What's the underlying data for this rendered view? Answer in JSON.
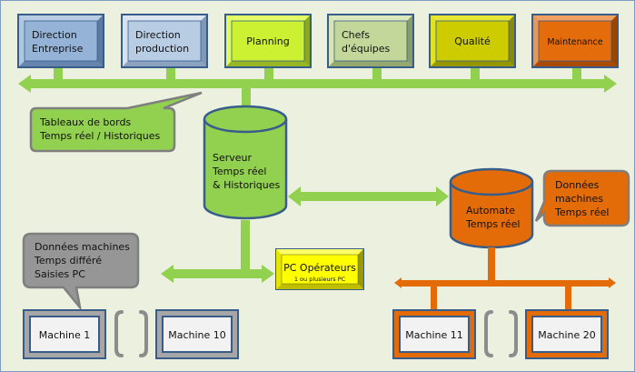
{
  "top_boxes": [
    {
      "lines": [
        "Direction",
        "Entreprise"
      ],
      "fill": "#95b3d7",
      "light": "#b8cce4",
      "dark": "#5a7aa4"
    },
    {
      "lines": [
        "Direction",
        "production"
      ],
      "fill": "#b8cce4",
      "light": "#dce6f1",
      "dark": "#7f97b8"
    },
    {
      "lines": [
        "Planning"
      ],
      "fill": "#ccf133",
      "light": "#e4ff66",
      "dark": "#8aa820"
    },
    {
      "lines": [
        "Chefs",
        "d'équipes"
      ],
      "fill": "#c4d79b",
      "light": "#dbe9bd",
      "dark": "#8a9e63"
    },
    {
      "lines": [
        "Qualité"
      ],
      "fill": "#cccc00",
      "light": "#e6e633",
      "dark": "#8a8a00"
    },
    {
      "lines": [
        "Maintenance"
      ],
      "fill": "#e46c0a",
      "light": "#f0a060",
      "dark": "#9a4500"
    }
  ],
  "callouts": {
    "dashboards": [
      "Tableaux de bords",
      "Temps réel / Historiques"
    ],
    "machine_data_rt": [
      "Données",
      "machines",
      "Temps réel"
    ],
    "machine_data_deferred": [
      "Données machines",
      "Temps différé",
      "Saisies PC"
    ]
  },
  "server": [
    "Serveur",
    "Temps réel",
    "& Historiques"
  ],
  "automate": [
    "Automate",
    "Temps réel"
  ],
  "pc_operators": {
    "title": "PC Opérateurs",
    "subtitle": "1 ou plusieurs  PC"
  },
  "machines": {
    "left": [
      "Machine 1",
      "Machine 10"
    ],
    "right": [
      "Machine 11",
      "Machine 20"
    ]
  },
  "colors": {
    "background": "#ebf1de",
    "border": "#7f9cc0",
    "green": "#92d050",
    "orange": "#e36c09",
    "outline": "#385d8a",
    "grey": "#969696",
    "yellow": "#ffff00"
  }
}
